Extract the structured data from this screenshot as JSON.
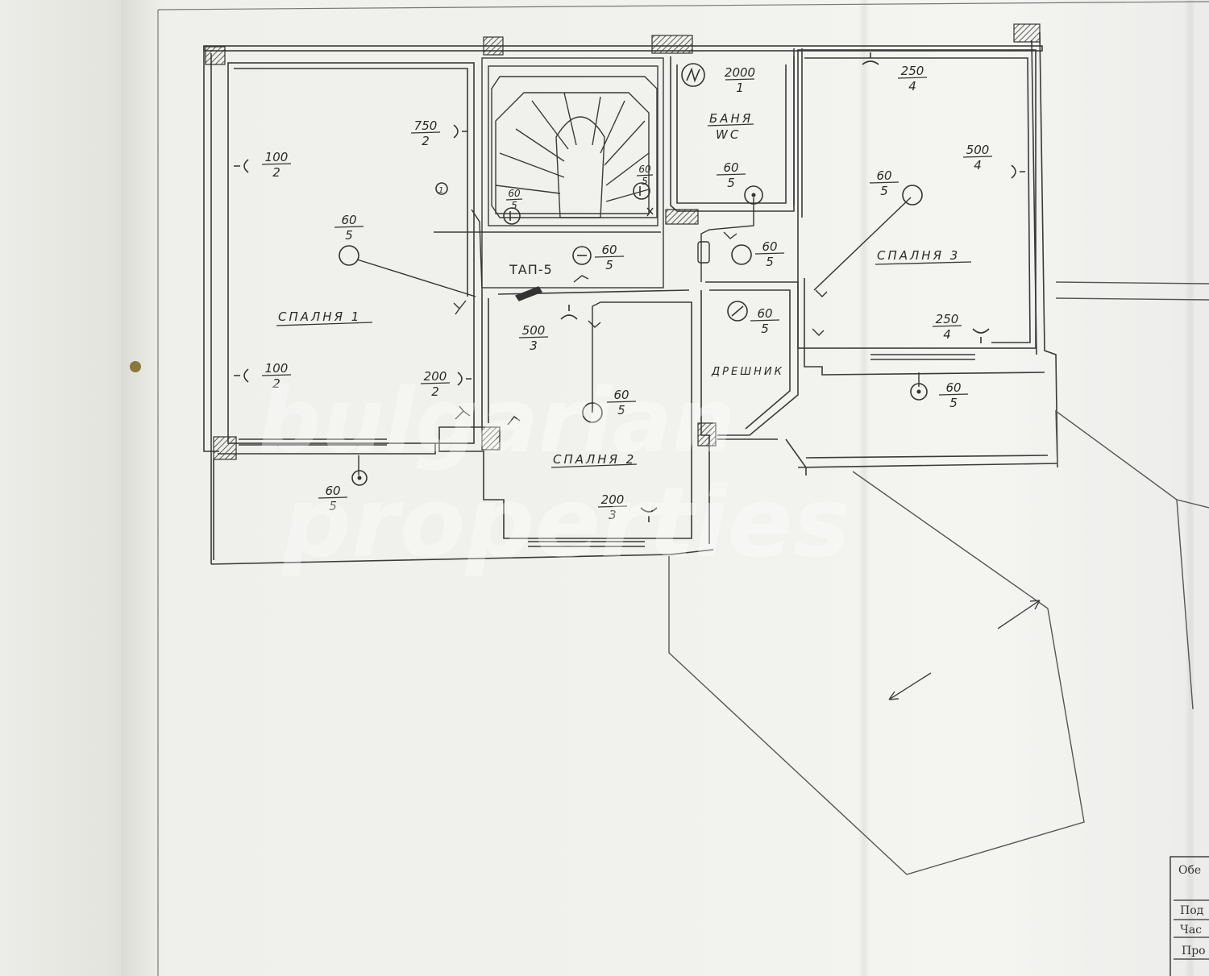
{
  "rooms": {
    "bedroom1": "СПАЛНЯ 1",
    "bedroom2": "СПАЛНЯ 2",
    "bedroom3": "СПАЛНЯ 3",
    "bath": "БАНЯ",
    "wc": "WC",
    "closet": "ДРЕШНИК",
    "panel": "ТАП-5"
  },
  "annotations": [
    {
      "id": "a1",
      "top": "100",
      "bottom": "2"
    },
    {
      "id": "a2",
      "top": "750",
      "bottom": "2"
    },
    {
      "id": "a3",
      "top": "60",
      "bottom": "5"
    },
    {
      "id": "a4",
      "top": "100",
      "bottom": "2"
    },
    {
      "id": "a5",
      "top": "200",
      "bottom": "2"
    },
    {
      "id": "a6",
      "top": "60",
      "bottom": "5"
    },
    {
      "id": "a7",
      "top": "60",
      "bottom": "5"
    },
    {
      "id": "a8",
      "top": "60",
      "bottom": "5"
    },
    {
      "id": "a9",
      "top": "500",
      "bottom": "3"
    },
    {
      "id": "a10",
      "top": "60",
      "bottom": "5"
    },
    {
      "id": "a11",
      "top": "60",
      "bottom": "5"
    },
    {
      "id": "a12",
      "top": "200",
      "bottom": "3"
    },
    {
      "id": "a13",
      "top": "2000",
      "bottom": "1"
    },
    {
      "id": "a14",
      "top": "60",
      "bottom": "5"
    },
    {
      "id": "a15",
      "top": "60",
      "bottom": "5"
    },
    {
      "id": "a16",
      "top": "60",
      "bottom": "5"
    },
    {
      "id": "a17",
      "top": "250",
      "bottom": "4"
    },
    {
      "id": "a18",
      "top": "500",
      "bottom": "4"
    },
    {
      "id": "a19",
      "top": "60",
      "bottom": "5"
    },
    {
      "id": "a20",
      "top": "250",
      "bottom": "4"
    },
    {
      "id": "a21",
      "top": "60",
      "bottom": "5"
    }
  ],
  "circuit_marker": "1",
  "title_block": {
    "row1": "Обе",
    "row2": "Под",
    "row3": "Час",
    "row4": "Про"
  },
  "watermark": {
    "line1": "bulgarian",
    "line2": "properties"
  }
}
